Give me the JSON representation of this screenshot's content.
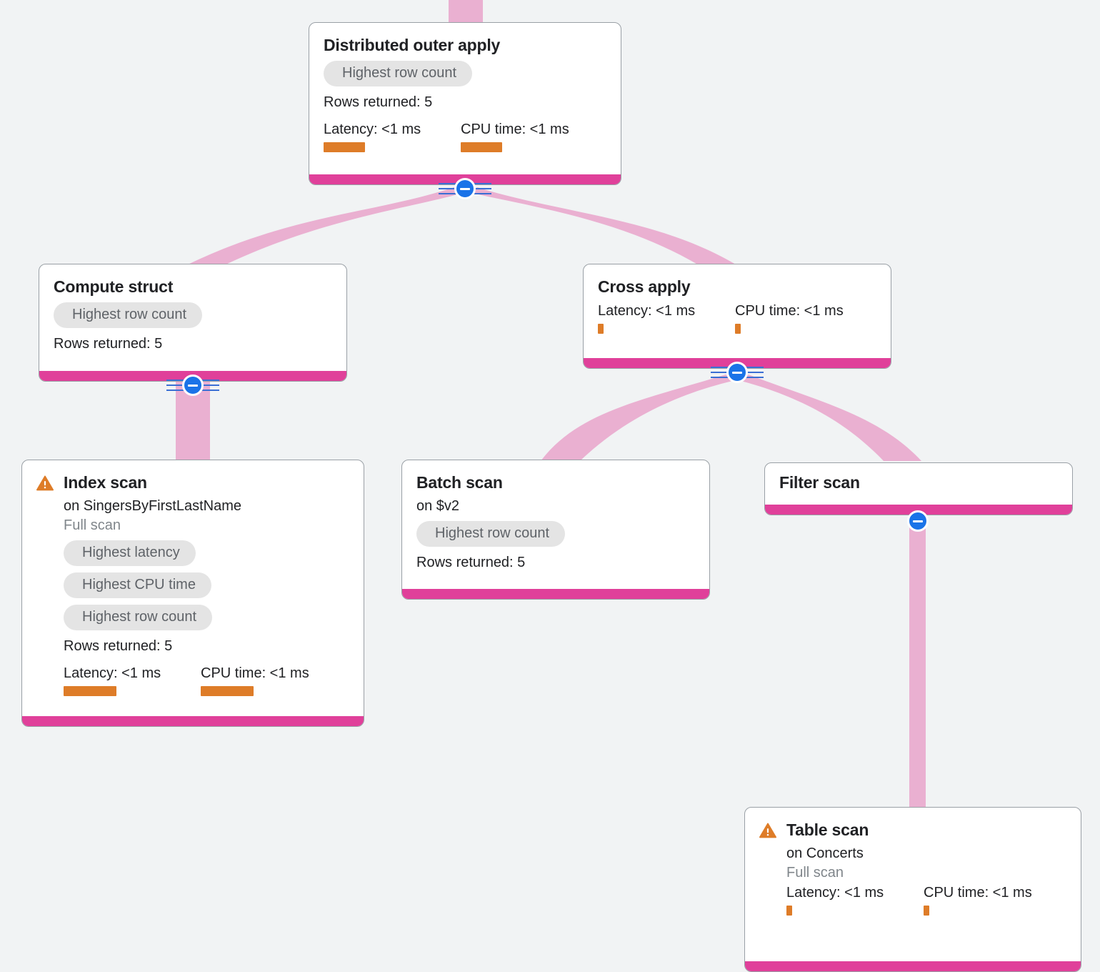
{
  "plan": {
    "accent_color": "#e0409a",
    "edge_color": "#eab0d1",
    "metric_bar_color": "#de7c28",
    "badge_bg_color": "#e4e4e4",
    "canvas_bg_color": "#f1f3f4",
    "collapse_color": "#1a73e8"
  },
  "labels": {
    "rows_returned_prefix": "Rows returned: ",
    "latency_prefix": "Latency: ",
    "cpu_prefix": "CPU time: ",
    "on_prefix": "on "
  },
  "nodes": {
    "distributed_outer_apply": {
      "title": "Distributed outer apply",
      "badges": [
        "Highest row count"
      ],
      "rows_returned": "Rows returned: 5",
      "latency": "Latency: <1 ms",
      "cpu_time": "CPU time: <1 ms",
      "warning": false
    },
    "compute_struct": {
      "title": "Compute struct",
      "badges": [
        "Highest row count"
      ],
      "rows_returned": "Rows returned: 5",
      "warning": false
    },
    "cross_apply": {
      "title": "Cross apply",
      "badges": [],
      "latency": "Latency: <1 ms",
      "cpu_time": "CPU time: <1 ms",
      "warning": false
    },
    "index_scan": {
      "title": "Index scan",
      "target": "on SingersByFirstLastName",
      "scan_type": "Full scan",
      "badges": [
        "Highest latency",
        "Highest CPU time",
        "Highest row count"
      ],
      "rows_returned": "Rows returned: 5",
      "latency": "Latency: <1 ms",
      "cpu_time": "CPU time: <1 ms",
      "warning": true
    },
    "batch_scan": {
      "title": "Batch scan",
      "target": "on $v2",
      "badges": [
        "Highest row count"
      ],
      "rows_returned": "Rows returned: 5",
      "warning": false
    },
    "filter_scan": {
      "title": "Filter scan",
      "badges": [],
      "warning": false
    },
    "table_scan": {
      "title": "Table scan",
      "target": "on Concerts",
      "scan_type": "Full scan",
      "badges": [],
      "latency": "Latency: <1 ms",
      "cpu_time": "CPU time: <1 ms",
      "warning": true
    }
  }
}
